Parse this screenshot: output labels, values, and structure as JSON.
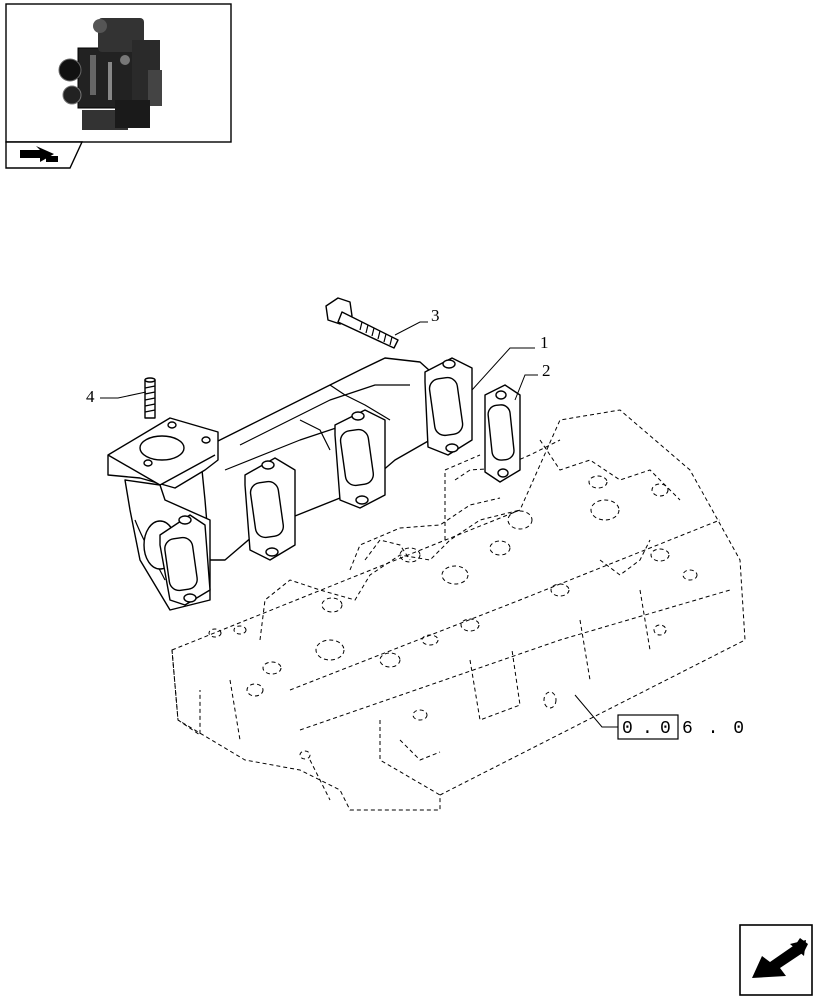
{
  "callouts": [
    {
      "label": "1",
      "part": "exhaust-manifold"
    },
    {
      "label": "2",
      "part": "gasket"
    },
    {
      "label": "3",
      "part": "bolt"
    },
    {
      "label": "4",
      "part": "stud"
    }
  ],
  "reference": {
    "boxed_digits": [
      "0",
      ".",
      "0"
    ],
    "trailing_text": "6 . 0"
  },
  "icons": {
    "thumbnail": "engine-thumbnail",
    "thumbnail_badge": "arrow-icon",
    "nav": "next-page-arrow-icon"
  }
}
